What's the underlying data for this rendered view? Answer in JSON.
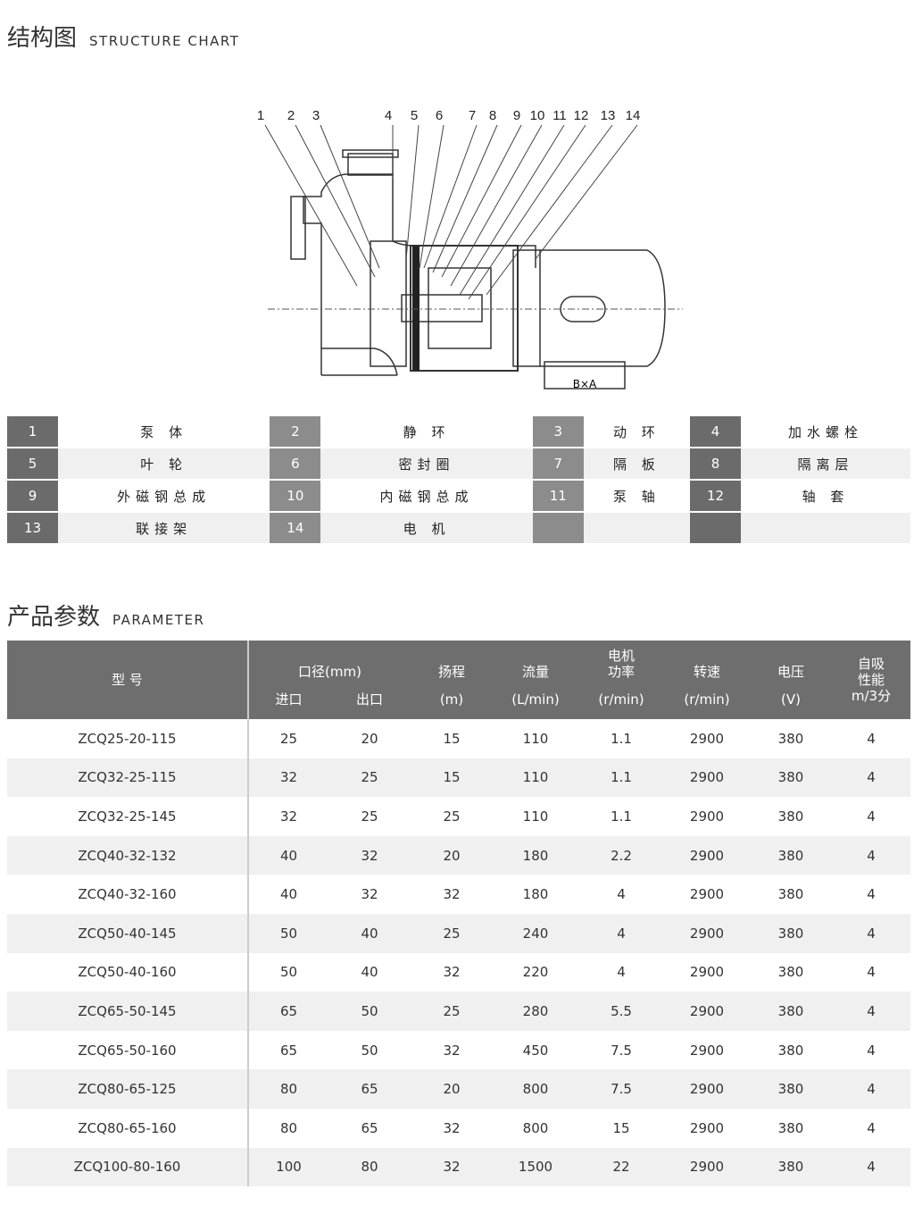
{
  "structure": {
    "title_cn": "结构图",
    "title_en": "STRUCTURE CHART",
    "callouts": [
      "1",
      "2",
      "3",
      "4",
      "5",
      "6",
      "7",
      "8",
      "9",
      "10",
      "11",
      "12",
      "13",
      "14"
    ],
    "dimension_label": "B×A"
  },
  "parts": [
    [
      {
        "n": "1",
        "t": "泵 体"
      },
      {
        "n": "2",
        "t": "静 环"
      },
      {
        "n": "3",
        "t": "动 环"
      },
      {
        "n": "4",
        "t": "加水螺栓"
      }
    ],
    [
      {
        "n": "5",
        "t": "叶 轮"
      },
      {
        "n": "6",
        "t": "密封圈"
      },
      {
        "n": "7",
        "t": "隔 板"
      },
      {
        "n": "8",
        "t": "隔离层"
      }
    ],
    [
      {
        "n": "9",
        "t": "外磁钢总成"
      },
      {
        "n": "10",
        "t": "内磁钢总成"
      },
      {
        "n": "11",
        "t": "泵 轴"
      },
      {
        "n": "12",
        "t": "轴 套"
      }
    ],
    [
      {
        "n": "13",
        "t": "联接架"
      },
      {
        "n": "14",
        "t": "电 机"
      },
      {
        "n": "",
        "t": ""
      },
      {
        "n": "",
        "t": ""
      }
    ]
  ],
  "parameter": {
    "title_cn": "产品参数",
    "title_en": "PARAMETER",
    "headers": {
      "model": "型 号",
      "caliber": "口径(mm)",
      "inlet": "进口",
      "outlet": "出口",
      "head": "扬程",
      "head_unit": "(m)",
      "flow": "流量",
      "flow_unit": "(L/min)",
      "power": "电机\n功率",
      "power_unit": "(r/min)",
      "speed": "转速",
      "speed_unit": "(r/min)",
      "voltage": "电压",
      "voltage_unit": "(V)",
      "suction": "自吸\n性能\nm/3分"
    },
    "rows": [
      [
        "ZCQ25-20-115",
        "25",
        "20",
        "15",
        "110",
        "1.1",
        "2900",
        "380",
        "4"
      ],
      [
        "ZCQ32-25-115",
        "32",
        "25",
        "15",
        "110",
        "1.1",
        "2900",
        "380",
        "4"
      ],
      [
        "ZCQ32-25-145",
        "32",
        "25",
        "25",
        "110",
        "1.1",
        "2900",
        "380",
        "4"
      ],
      [
        "ZCQ40-32-132",
        "40",
        "32",
        "20",
        "180",
        "2.2",
        "2900",
        "380",
        "4"
      ],
      [
        "ZCQ40-32-160",
        "40",
        "32",
        "32",
        "180",
        "4",
        "2900",
        "380",
        "4"
      ],
      [
        "ZCQ50-40-145",
        "50",
        "40",
        "25",
        "240",
        "4",
        "2900",
        "380",
        "4"
      ],
      [
        "ZCQ50-40-160",
        "50",
        "40",
        "32",
        "220",
        "4",
        "2900",
        "380",
        "4"
      ],
      [
        "ZCQ65-50-145",
        "65",
        "50",
        "25",
        "280",
        "5.5",
        "2900",
        "380",
        "4"
      ],
      [
        "ZCQ65-50-160",
        "65",
        "50",
        "32",
        "450",
        "7.5",
        "2900",
        "380",
        "4"
      ],
      [
        "ZCQ80-65-125",
        "80",
        "65",
        "20",
        "800",
        "7.5",
        "2900",
        "380",
        "4"
      ],
      [
        "ZCQ80-65-160",
        "80",
        "65",
        "32",
        "800",
        "15",
        "2900",
        "380",
        "4"
      ],
      [
        "ZCQ100-80-160",
        "100",
        "80",
        "32",
        "1500",
        "22",
        "2900",
        "380",
        "4"
      ]
    ]
  }
}
